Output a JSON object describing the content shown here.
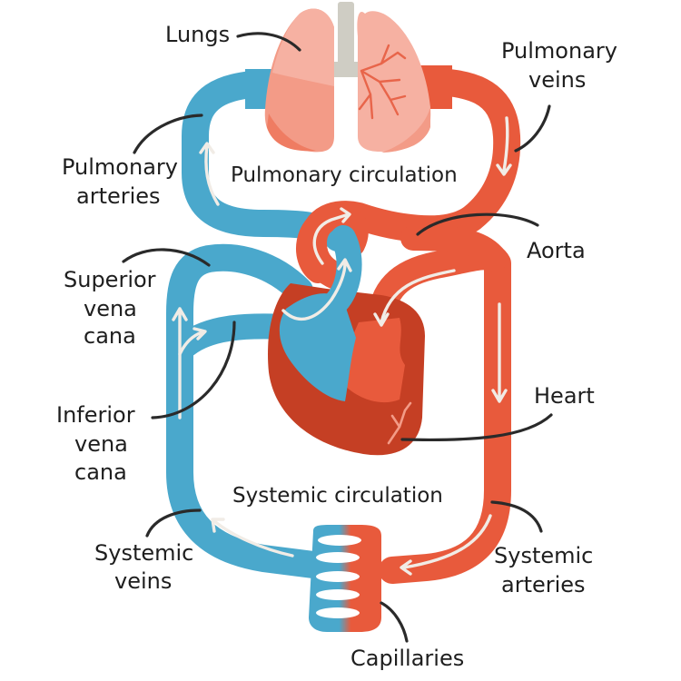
{
  "diagram": {
    "title": "Human circulatory system",
    "sections": {
      "pulmonary": "Pulmonary circulation",
      "systemic": "Systemic circulation"
    },
    "labels": {
      "lungs": "Lungs",
      "pulmonary_veins": [
        "Pulmonary",
        "veins"
      ],
      "pulmonary_arteries": [
        "Pulmonary",
        "arteries"
      ],
      "aorta": "Aorta",
      "superior_vena_cava": [
        "Superior",
        "vena",
        "cana"
      ],
      "inferior_vena_cava": [
        "Inferior",
        "vena",
        "cana"
      ],
      "heart": "Heart",
      "systemic_veins": [
        "Systemic",
        "veins"
      ],
      "systemic_arteries": [
        "Systemic",
        "arteries"
      ],
      "capillaries": "Capillaries"
    },
    "colors": {
      "deoxygenated": "#4aa8cc",
      "oxygenated": "#e85a3c",
      "heart_dark": "#c53f24",
      "lung_light": "#f6b1a2",
      "lung_mid": "#f39b87",
      "lung_dark": "#ef7c62",
      "trachea": "#cfcdc4",
      "arrow": "#f1ece6",
      "text": "#1e1e1e"
    }
  }
}
